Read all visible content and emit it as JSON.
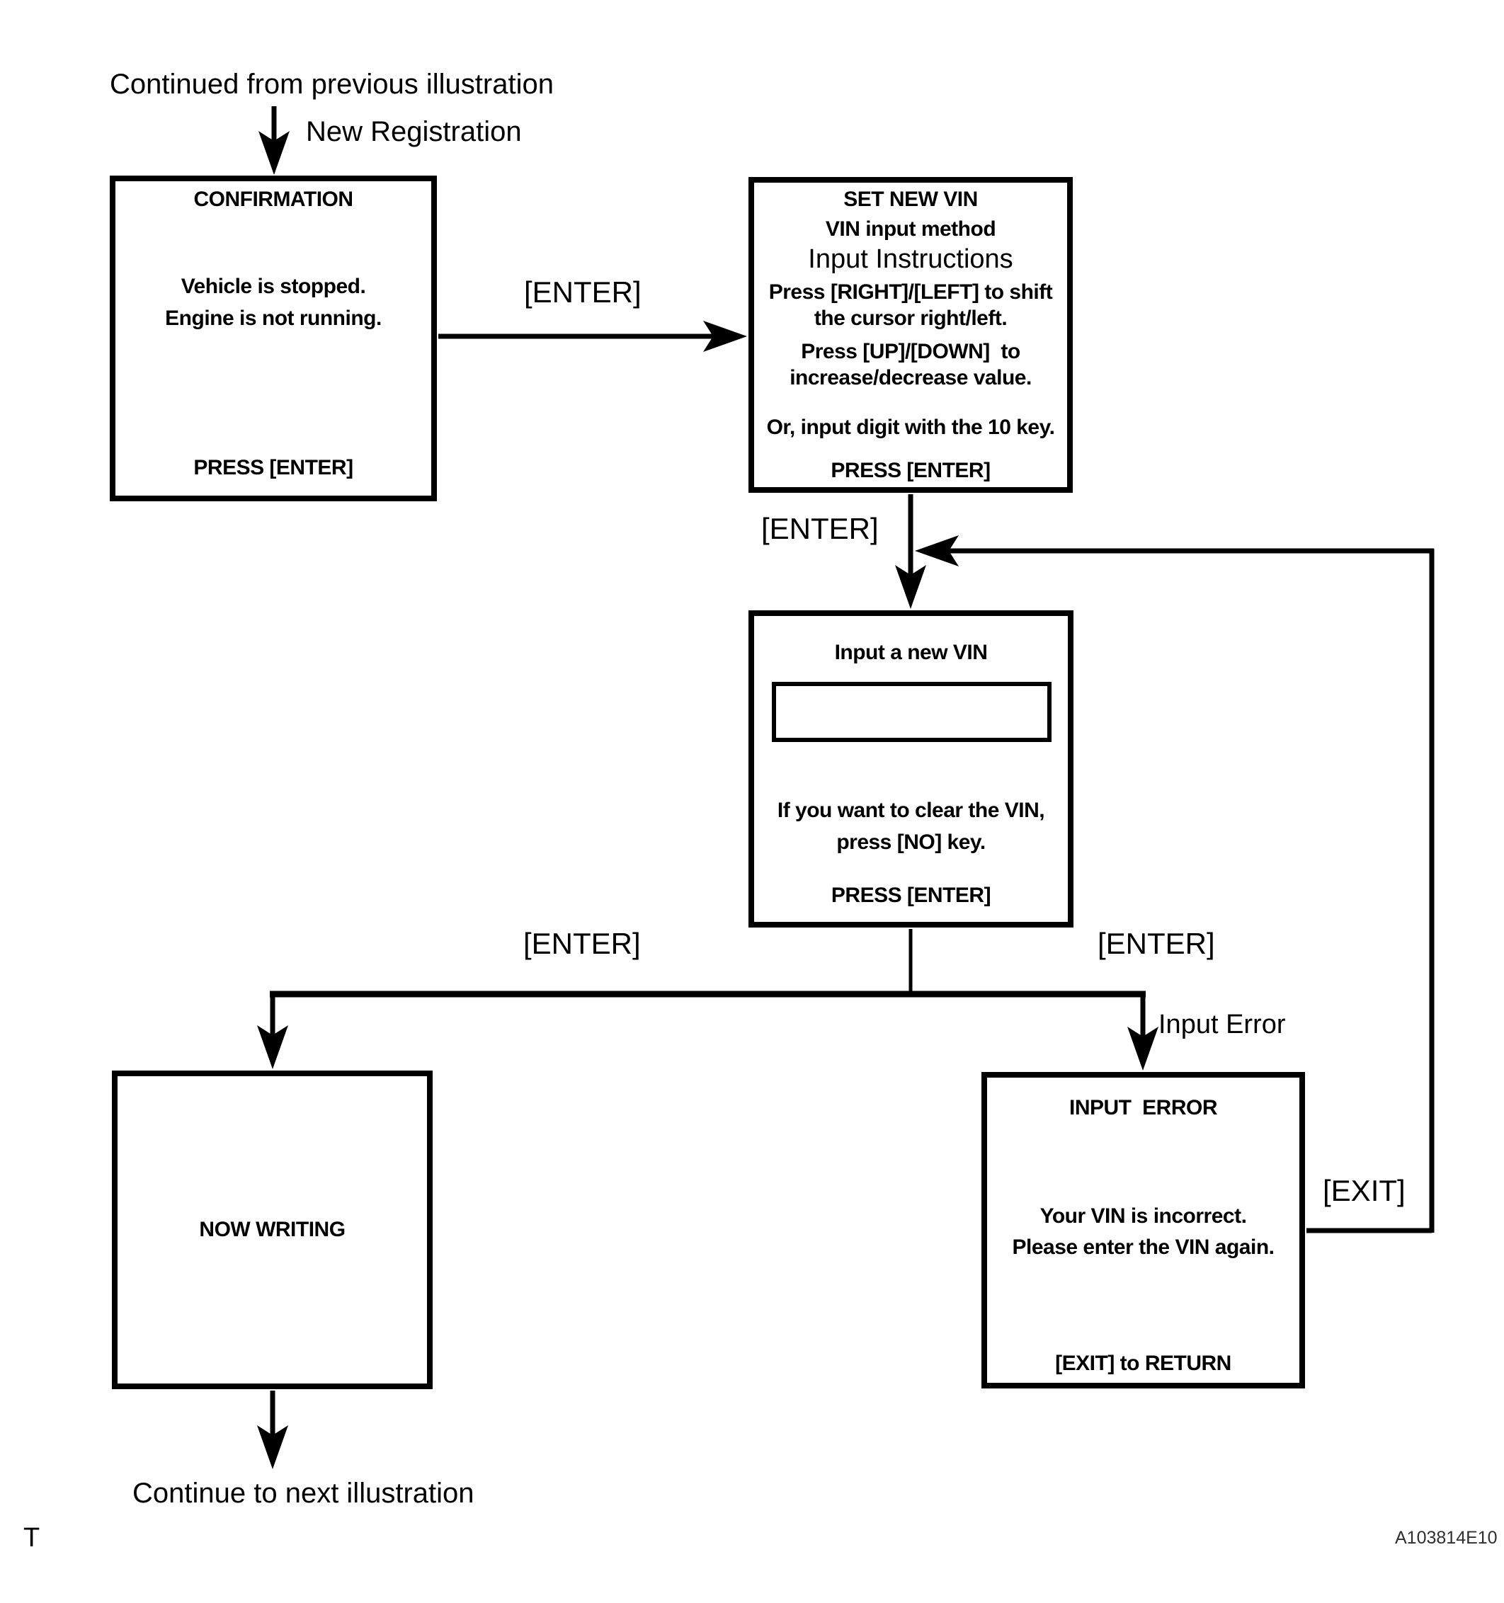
{
  "colors": {
    "line": "#000000",
    "background": "#ffffff",
    "text": "#000000"
  },
  "page": {
    "top_note": "Continued from previous illustration",
    "bottom_note": "Continue to next illustration",
    "corner_mark": "T",
    "figure_code": "A103814E10"
  },
  "edges": {
    "new_registration": "New Registration",
    "enter_to_set": "[ENTER]",
    "enter_to_input": "[ENTER]",
    "enter_to_writing": "[ENTER]",
    "enter_to_error": "[ENTER]",
    "input_error": "Input Error",
    "exit": "[EXIT]"
  },
  "boxes": {
    "confirmation": {
      "title": "CONFIRMATION",
      "line1": "Vehicle is stopped.",
      "line2": "Engine is not running.",
      "footer": "PRESS [ENTER]"
    },
    "set_new_vin": {
      "title": "SET NEW VIN",
      "subtitle": "VIN input method",
      "heading": "Input Instructions",
      "line1": "Press [RIGHT]/[LEFT] to shift",
      "line2": "the cursor right/left.",
      "line3": "Press [UP]/[DOWN]  to",
      "line4": "increase/decrease value.",
      "line5": "Or, input digit with the 10 key.",
      "footer": "PRESS [ENTER]"
    },
    "input_vin": {
      "title": "Input a new VIN",
      "line1": "If you want to clear the VIN,",
      "line2": "press [NO] key.",
      "footer": "PRESS [ENTER]"
    },
    "now_writing": {
      "title": "NOW WRITING"
    },
    "input_error": {
      "title": "INPUT  ERROR",
      "line1": "Your VIN is incorrect.",
      "line2": "Please enter the VIN again.",
      "footer": "[EXIT] to RETURN"
    }
  }
}
